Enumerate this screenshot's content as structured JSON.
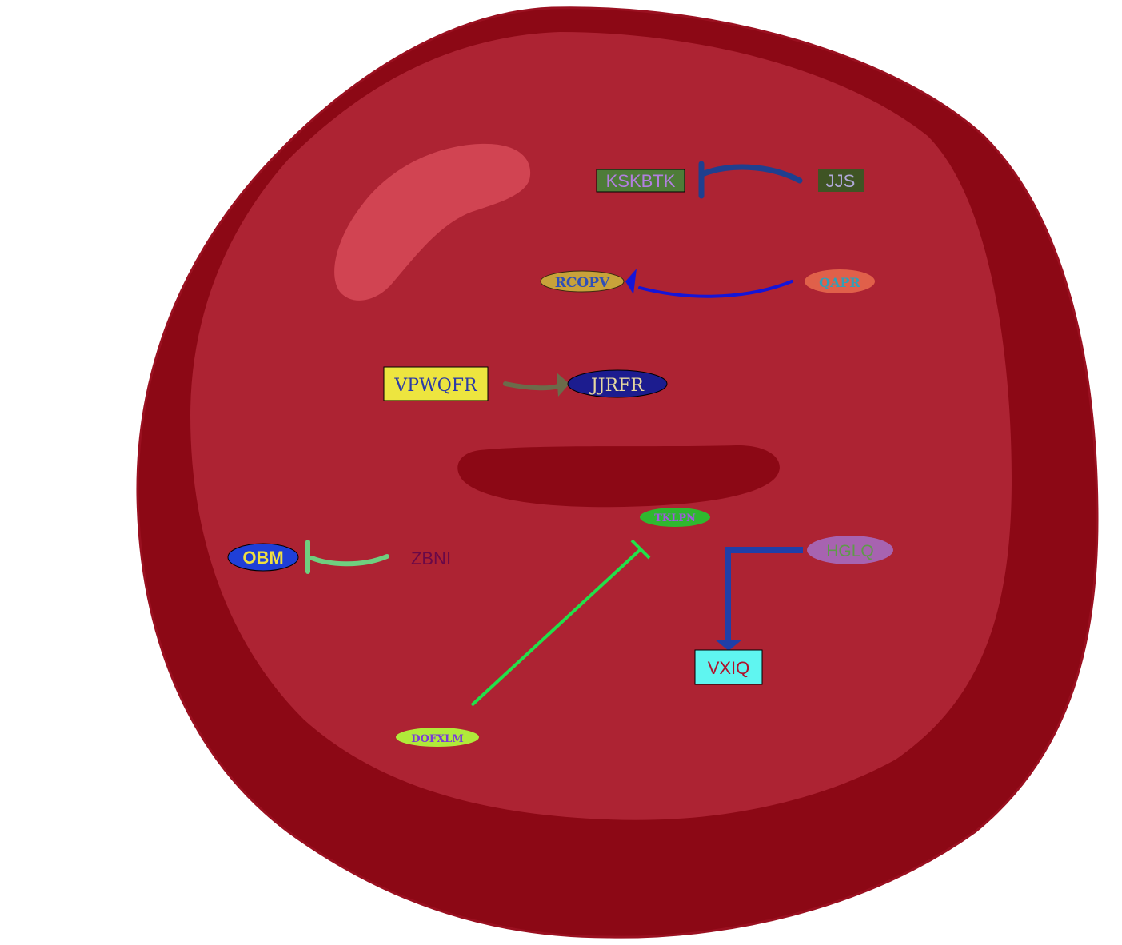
{
  "colors": {
    "cell_outer": "#8c0815",
    "cell_inner": "#ad2333",
    "highlight": "#d14452",
    "nucleus": "#8c0815"
  },
  "nodes": {
    "kskbtk": {
      "label": "KSKBTK",
      "shape": "rect",
      "fill": "#4e7c38",
      "text": "#b37fe0"
    },
    "jjs": {
      "label": "JJS",
      "shape": "rect",
      "fill": "#3f5424",
      "text": "#b0a8d8"
    },
    "rcopv": {
      "label": "RCOPV",
      "shape": "ellipse",
      "fill": "#c8a23a",
      "text": "#2f4fb8"
    },
    "qapr": {
      "label": "QAPR",
      "shape": "ellipse",
      "fill": "#e0604a",
      "text": "#2fa0b8"
    },
    "vpwqfr": {
      "label": "VPWQFR",
      "shape": "rect",
      "fill": "#ede53f",
      "text": "#2a3aa8"
    },
    "jjrfr": {
      "label": "JJRFR",
      "shape": "ellipse",
      "fill": "#1c1c8f",
      "text": "#e6d8a0"
    },
    "tklpn": {
      "label": "TKLPN",
      "shape": "ellipse",
      "fill": "#2fb82f",
      "text": "#a05ae0"
    },
    "obm": {
      "label": "OBM",
      "shape": "ellipse",
      "fill": "#1f3fd8",
      "text": "#f0e040"
    },
    "zbni": {
      "label": "ZBNI",
      "shape": "text",
      "fill": "none",
      "text": "#6a0848"
    },
    "hglq": {
      "label": "HGLQ",
      "shape": "ellipse",
      "fill": "#a763b0",
      "text": "#5f9a4a"
    },
    "vxiq": {
      "label": "VXIQ",
      "shape": "rect",
      "fill": "#5ff5f0",
      "text": "#b0102a"
    },
    "dofxlm": {
      "label": "DOFXLM",
      "shape": "ellipse",
      "fill": "#b0ea3a",
      "text": "#7a3ad8"
    }
  },
  "edges": [
    {
      "from": "JJS",
      "to": "KSKBTK",
      "type": "inhibition",
      "color": "#1f3f8f"
    },
    {
      "from": "QAPR",
      "to": "RCOPV",
      "type": "activation",
      "color": "#1515d8"
    },
    {
      "from": "VPWQFR",
      "to": "JJRFR",
      "type": "activation",
      "color": "#6b6b4a"
    },
    {
      "from": "ZBNI",
      "to": "OBM",
      "type": "inhibition",
      "color": "#6fcf7f"
    },
    {
      "from": "DOFXLM",
      "to": "TKLPN",
      "type": "inhibition",
      "color": "#22e04a"
    },
    {
      "from": "HGLQ",
      "to": "VXIQ",
      "type": "activation",
      "color": "#1f3fa8"
    }
  ]
}
